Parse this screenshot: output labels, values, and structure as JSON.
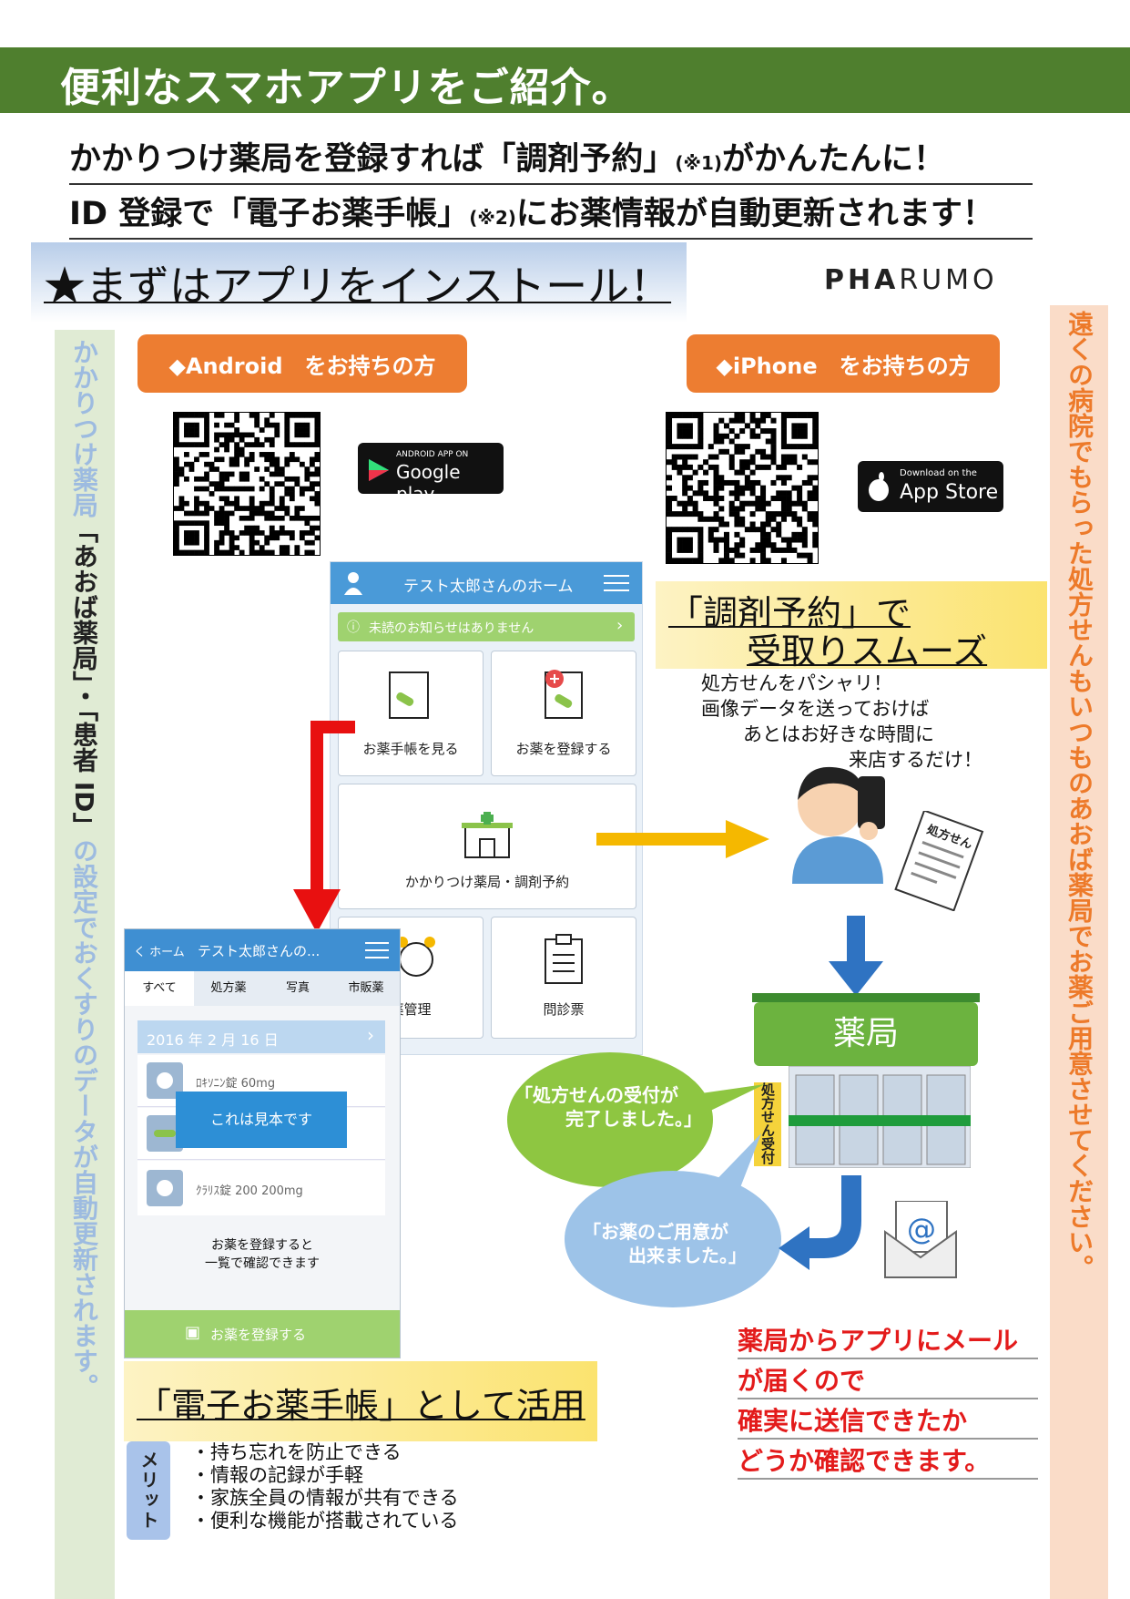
{
  "header": {
    "title": "便利なスマホアプリをご紹介。"
  },
  "subtitles": {
    "line1_a": "かかりつけ薬局を登録すれば「調剤予約」",
    "line1_note": "(※1)",
    "line1_b": "がかんたんに！",
    "line2_a": "ID 登録で「電子お薬手帳」",
    "line2_note": "(※2)",
    "line2_b": "にお薬情報が自動更新されます！"
  },
  "install_banner": "★まずはアプリをインストール！",
  "brand": {
    "bold_part": "PHA",
    "light_part": "RUMO"
  },
  "left_vertical": {
    "part1": "かかりつけ薬局",
    "part2": "「あおば薬局」・「患者 ID」",
    "part3": "の設定でおくすりのデータが自動更新されます。"
  },
  "right_vertical": "遠くの病院でもらった処方せんもいつものあおば薬局でお薬ご用意させてください。",
  "android": {
    "button": "◆Android　をお持ちの方",
    "badge_small": "ANDROID APP ON",
    "badge_big": "Google play"
  },
  "iphone": {
    "button": "◆iPhone　をお持ちの方",
    "badge_small": "Download on the",
    "badge_big": "App Store"
  },
  "phone_home": {
    "title": "テスト太郎さんのホーム",
    "notice": "未読のお知らせはありません",
    "tiles": [
      "お薬手帳を見る",
      "お薬を登録する",
      "かかりつけ薬局・調剤予約",
      "薬管理",
      "問診票"
    ]
  },
  "phone_book": {
    "back": "く ホーム",
    "title": "テスト太郎さんの...",
    "tabs": [
      "すべて",
      "処方薬",
      "写真",
      "市販薬"
    ],
    "date": "2016 年 2 月 16 日",
    "items": [
      "ﾛｷｿﾆﾝ錠 60mg",
      "ｸﾗﾘｽ錠 200 200mg"
    ],
    "sample": "これは見本です",
    "hint_line1": "お薬を登録すると",
    "hint_line2": "一覧で確認できます",
    "register": "お薬を登録する"
  },
  "reserve": {
    "heading_line1": "「調剤予約」で",
    "heading_line2": "受取りスムーズ",
    "desc_line1": "処方せんをパシャリ！",
    "desc_line2": "画像データを送っておけば",
    "desc_line3": "あとはお好きな時間に",
    "desc_line4": "来店するだけ！",
    "rx_label": "処方せん"
  },
  "pharmacy": {
    "sign": "薬局",
    "side_sign": "処方せん受付"
  },
  "bubbles": {
    "green_line1": "「処方せんの受付が",
    "green_line2": "完了しました。」",
    "blue_line1": "「お薬のご用意が",
    "blue_line2": "出来ました。」"
  },
  "mail_note": [
    "薬局からアプリにメール",
    "が届くので",
    "確実に送信できたか",
    "どうか確認できます。"
  ],
  "ebook": {
    "heading": "「電子お薬手帳」として活用",
    "merit_label": "メリット",
    "merits": [
      "・持ち忘れを防止できる",
      "・情報の記録が手軽",
      "・家族全員の情報が共有できる",
      "・便利な機能が搭載されている"
    ]
  },
  "colors": {
    "header_green": "#4f7f2e",
    "orange": "#ed7d31",
    "red_note": "#e31b1b",
    "arrow_red": "#e81010",
    "arrow_yellow": "#f5b800",
    "arrow_blue": "#2f73c2"
  }
}
